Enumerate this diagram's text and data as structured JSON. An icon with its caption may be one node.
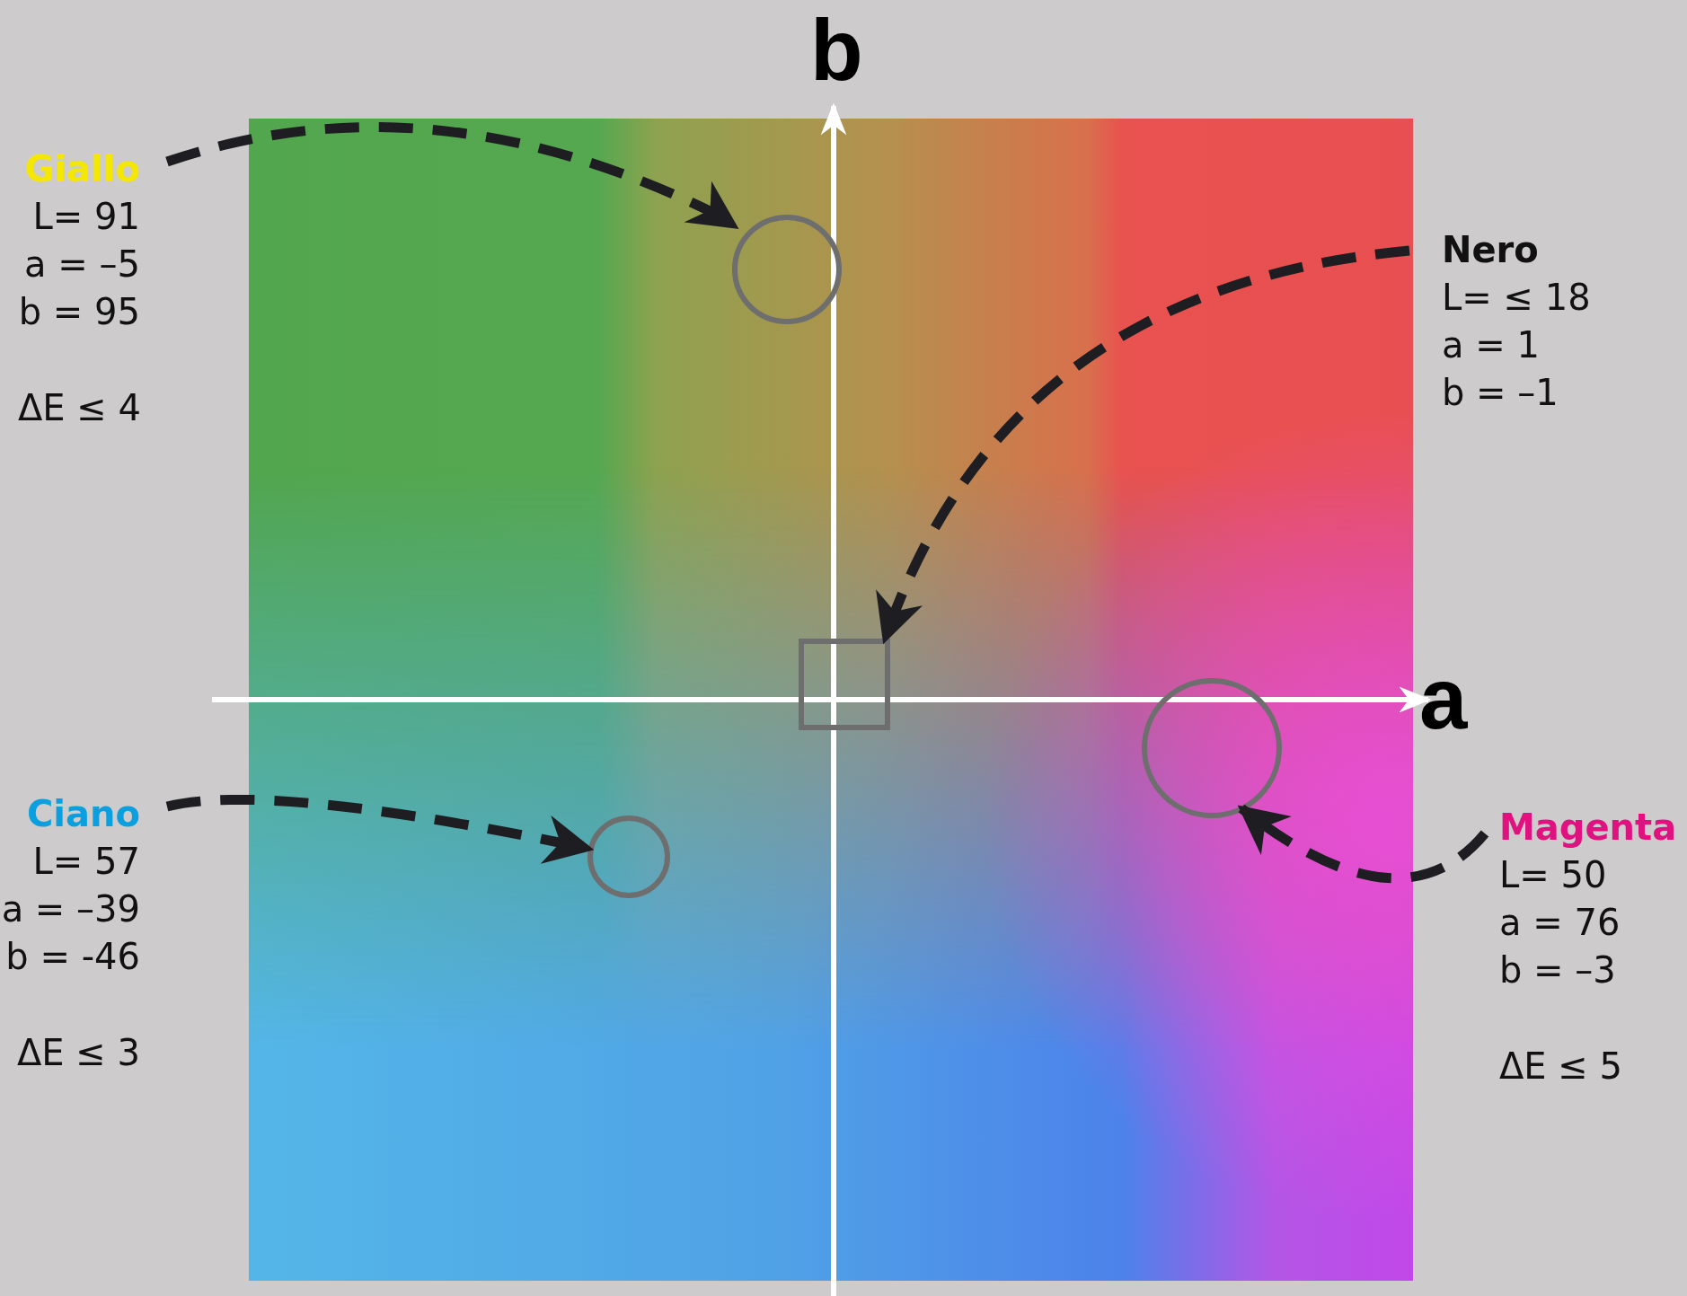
{
  "diagram": {
    "nodes": [
      {
        "text": [
          "Giallo",
          "L= 91",
          "a = –5",
          "b = 95",
          "ΔE ≤ 4"
        ]
      },
      {
        "text": [],
        "shape": "circle"
      },
      {
        "text": [
          "Nero",
          "L= ≤ 18",
          "a = 1",
          "b = –1"
        ]
      },
      {
        "text": [],
        "shape": "box"
      },
      {
        "text": [],
        "shape": "circle"
      },
      {
        "text": [
          "Ciano",
          "L= 57",
          "a = –39",
          "b = -46",
          "ΔE ≤ 3"
        ]
      },
      {
        "text": [],
        "shape": "circle"
      },
      {
        "text": [
          "Magenta",
          "L= 50",
          "a = 76",
          "b = –3",
          "ΔE ≤ 5"
        ]
      }
    ],
    "edges": [
      {
        "from": 0,
        "to": 1,
        "arrow": "to",
        "style": "dashed"
      },
      {
        "from": 2,
        "to": 3,
        "arrow": "to",
        "style": "dashed"
      },
      {
        "from": 5,
        "to": 6,
        "arrow": "to",
        "style": "dashed"
      },
      {
        "from": 7,
        "to": 4,
        "arrow": "to",
        "style": "dashed"
      }
    ],
    "labels": [
      "b",
      "a"
    ]
  }
}
